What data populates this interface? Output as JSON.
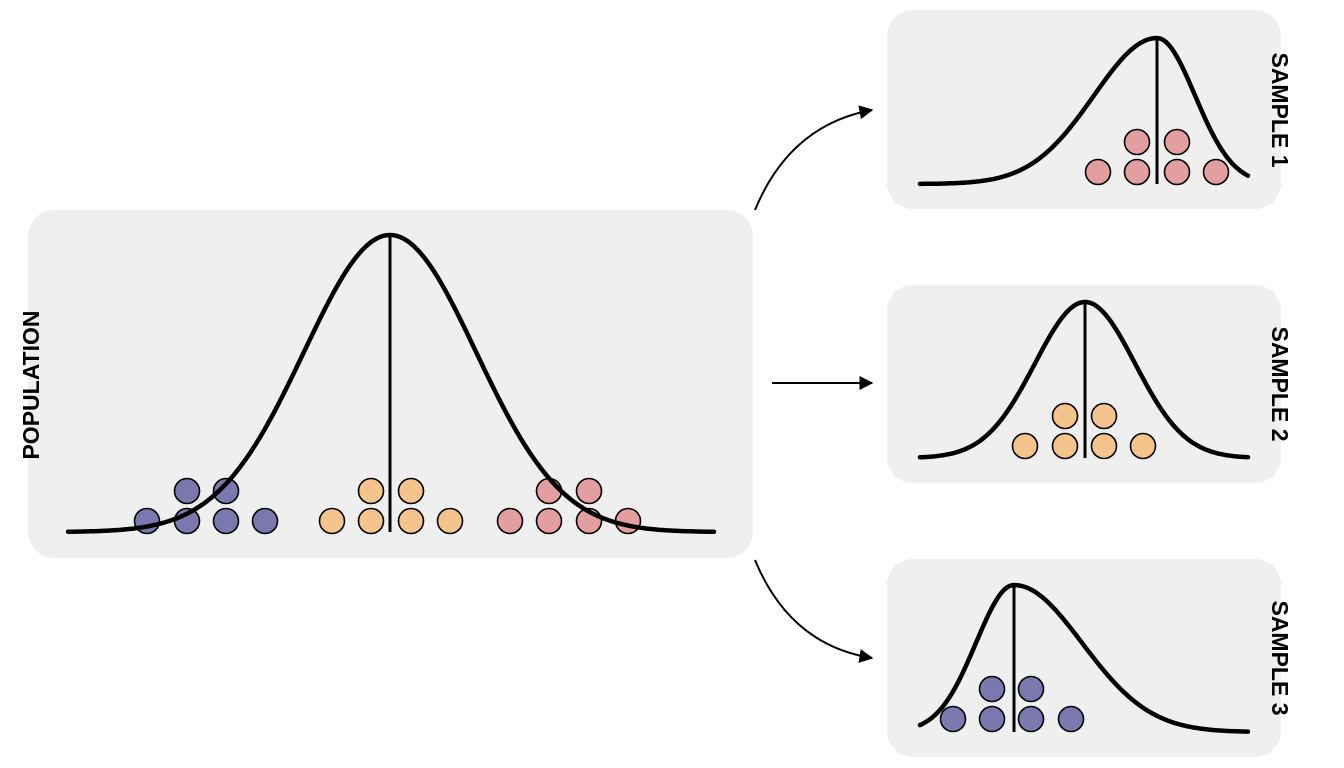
{
  "population": {
    "label": "POPULATION",
    "groups": [
      {
        "color_name": "purple",
        "bottom_row": 4,
        "top_row": 2
      },
      {
        "color_name": "orange",
        "bottom_row": 4,
        "top_row": 2
      },
      {
        "color_name": "pink",
        "bottom_row": 4,
        "top_row": 2
      }
    ]
  },
  "samples": [
    {
      "label": "SAMPLE 1",
      "color_name": "pink",
      "shape": "left-skewed"
    },
    {
      "label": "SAMPLE 2",
      "color_name": "orange",
      "shape": "symmetric"
    },
    {
      "label": "SAMPLE 3",
      "color_name": "purple",
      "shape": "right-skewed"
    }
  ],
  "colors": {
    "panel": "#efefef",
    "purple": "#7b78b0",
    "orange": "#f5c48c",
    "pink": "#e39ea0",
    "ink": "#000000"
  }
}
